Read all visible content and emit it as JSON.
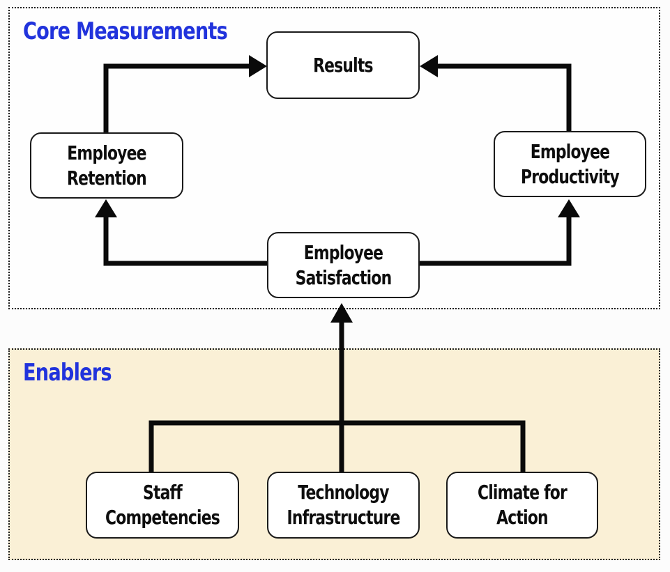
{
  "sections": {
    "core": {
      "label": "Core Measurements"
    },
    "enablers": {
      "label": "Enablers"
    }
  },
  "nodes": {
    "results": {
      "label": "Results"
    },
    "employee_retention": {
      "label": "Employee Retention"
    },
    "employee_productivity": {
      "label": "Employee Productivity"
    },
    "employee_satisfaction": {
      "label": "Employee Satisfaction"
    },
    "staff_competencies": {
      "label": "Staff Competencies"
    },
    "technology_infrastructure": {
      "label": "Technology Infrastructure"
    },
    "climate_for_action": {
      "label": "Climate for Action"
    }
  },
  "edges": [
    {
      "from": "Employee Retention",
      "to": "Results"
    },
    {
      "from": "Employee Productivity",
      "to": "Results"
    },
    {
      "from": "Employee Satisfaction",
      "to": "Employee Retention"
    },
    {
      "from": "Employee Satisfaction",
      "to": "Employee Productivity"
    },
    {
      "from": "Staff Competencies",
      "to": "Employee Satisfaction"
    },
    {
      "from": "Technology Infrastructure",
      "to": "Employee Satisfaction"
    },
    {
      "from": "Climate for Action",
      "to": "Employee Satisfaction"
    }
  ],
  "colors": {
    "section_title": "#2133dc",
    "enablers_background": "#faf0d6",
    "core_background": "#fefefe",
    "arrow": "#0a0a0a",
    "node_background": "#ffffff",
    "node_border": "#1a1a1a"
  }
}
